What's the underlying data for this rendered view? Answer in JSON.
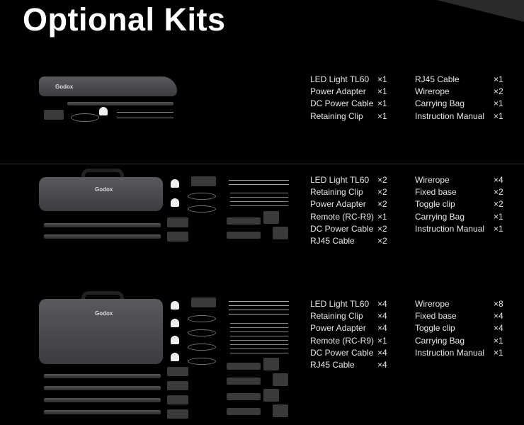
{
  "title": "Optional Kits",
  "brand": "Godox",
  "kits": [
    {
      "rows": [
        {
          "a": "LED Light TL60",
          "aq": "×1",
          "b": "RJ45 Cable",
          "bq": "×1"
        },
        {
          "a": "Power Adapter",
          "aq": "×1",
          "b": "Wirerope",
          "bq": "×2"
        },
        {
          "a": "DC Power Cable",
          "aq": "×1",
          "b": "Carrying Bag",
          "bq": "×1"
        },
        {
          "a": "Retaining Clip",
          "aq": "×1",
          "b": "Instruction Manual",
          "bq": "×1"
        }
      ]
    },
    {
      "rows": [
        {
          "a": "LED Light TL60",
          "aq": "×2",
          "b": "Wirerope",
          "bq": "×4"
        },
        {
          "a": "Retaining Clip",
          "aq": "×2",
          "b": "Fixed base",
          "bq": "×2"
        },
        {
          "a": "Power Adapter",
          "aq": "×2",
          "b": "Toggle clip",
          "bq": "×2"
        },
        {
          "a": "Remote (RC-R9)",
          "aq": "×1",
          "b": "Carrying Bag",
          "bq": "×1"
        },
        {
          "a": "DC Power Cable",
          "aq": "×2",
          "b": "Instruction Manual",
          "bq": "×1"
        },
        {
          "a": "RJ45 Cable",
          "aq": "×2",
          "b": "",
          "bq": ""
        }
      ]
    },
    {
      "rows": [
        {
          "a": "LED Light TL60",
          "aq": "×4",
          "b": "Wirerope",
          "bq": "×8"
        },
        {
          "a": "Retaining Clip",
          "aq": "×4",
          "b": "Fixed base",
          "bq": "×4"
        },
        {
          "a": "Power Adapter",
          "aq": "×4",
          "b": "Toggle clip",
          "bq": "×4"
        },
        {
          "a": "Remote (RC-R9)",
          "aq": "×1",
          "b": "Carrying Bag",
          "bq": "×1"
        },
        {
          "a": "DC Power Cable",
          "aq": "×4",
          "b": "Instruction Manual",
          "bq": "×1"
        },
        {
          "a": "RJ45 Cable",
          "aq": "×4",
          "b": "",
          "bq": ""
        }
      ]
    }
  ]
}
